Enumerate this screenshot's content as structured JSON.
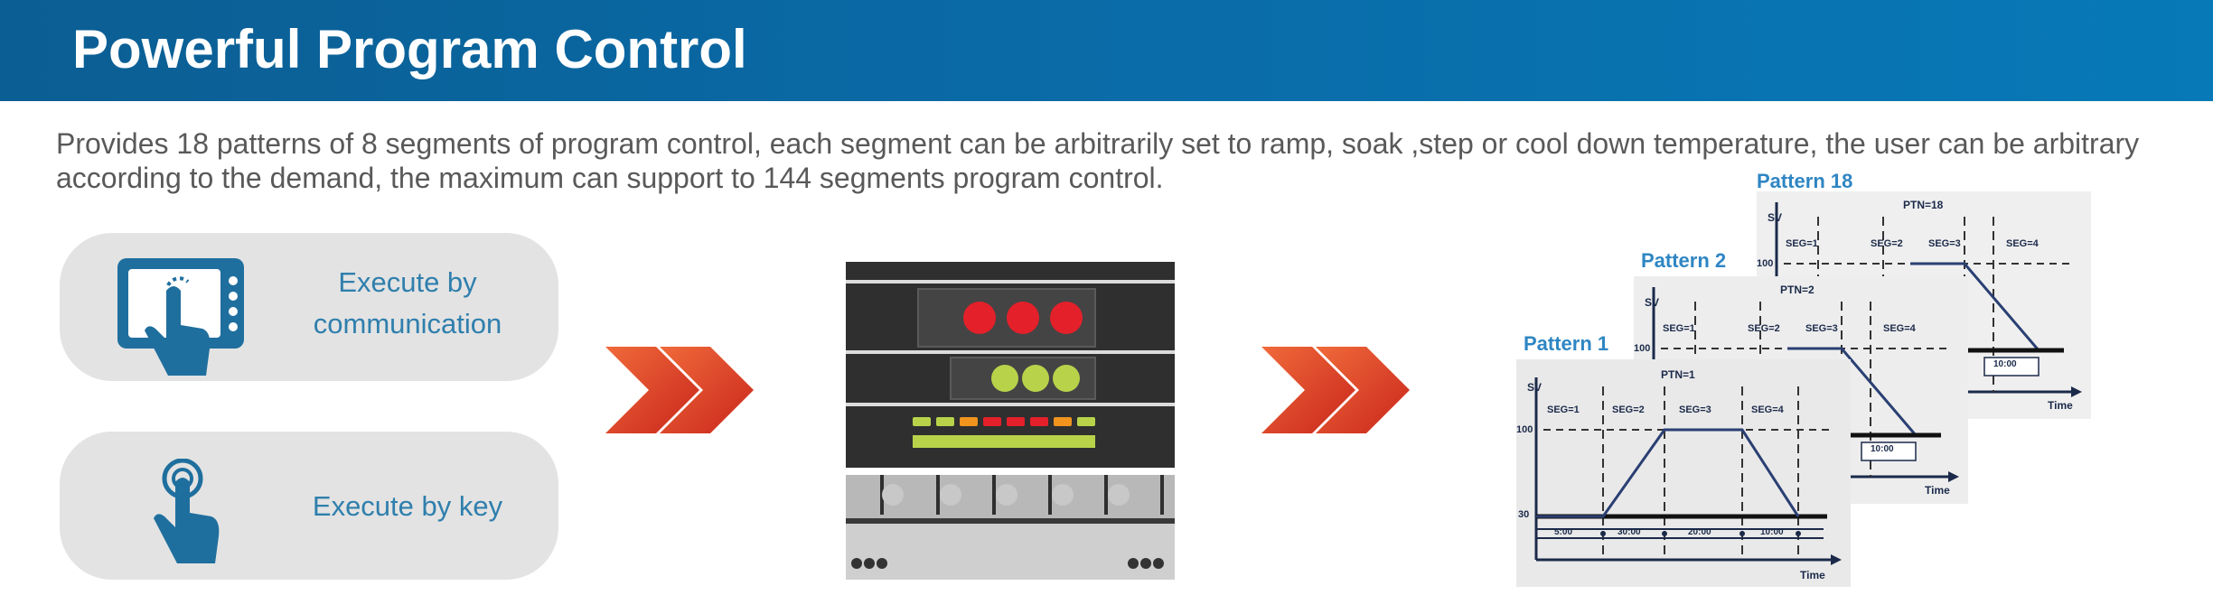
{
  "header": {
    "title": "Powerful Program Control"
  },
  "description": "Provides 18 patterns of 8 segments of program control, each segment can be arbitrarily set to ramp, soak ,step or cool down temperature, the user can be arbitrary according to the demand, the maximum can support to 144 segments program control.",
  "methods": [
    {
      "line1": "Execute by",
      "line2": "communication",
      "icon": "touch-screen-icon"
    },
    {
      "line1": "Execute by key",
      "icon": "touch-key-icon"
    }
  ],
  "colors": {
    "banner": "#0a6aa6",
    "accent": "#2f86c3",
    "arrow": "#e8442a",
    "pill": "#e3e3e3"
  },
  "patterns": {
    "back": {
      "label": "Pattern 18",
      "ptn": "PTN=18",
      "sv": "SV",
      "y100": "100",
      "segs": [
        "SEG=1",
        "SEG=2",
        "SEG=3",
        "SEG=4"
      ],
      "time_box": "10:00",
      "xlabel": "Time"
    },
    "mid": {
      "label": "Pattern 2",
      "ptn": "PTN=2",
      "sv": "SV",
      "y100": "100",
      "segs": [
        "SEG=1",
        "SEG=2",
        "SEG=3",
        "SEG=4"
      ],
      "time_box": "10:00",
      "xlabel": "Time"
    },
    "front": {
      "label": "Pattern 1",
      "ptn": "PTN=1",
      "sv": "SV",
      "y100": "100",
      "y30": "30",
      "segs": [
        "SEG=1",
        "SEG=2",
        "SEG=3",
        "SEG=4"
      ],
      "times": [
        "5:00",
        "30:00",
        "20:00",
        "10:00"
      ],
      "xlabel": "Time"
    }
  }
}
